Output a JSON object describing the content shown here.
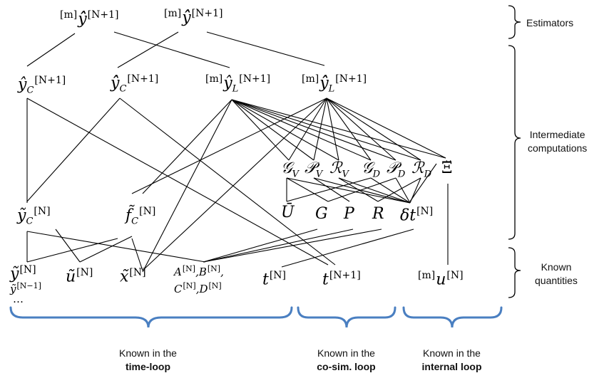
{
  "accent_blue": "#4a7fc1",
  "nodes": {
    "est_m_yhat1": {
      "pre": "[m]",
      "main": "ŷ̂",
      "sup": "[N+1]"
    },
    "est_m_yhat2": {
      "pre": "[m]",
      "main": "ŷ̂",
      "sup": "[N+1]"
    },
    "yc_hat": {
      "main": "ŷ",
      "sub": "C",
      "sup": "[N+1]"
    },
    "yc_hathat": {
      "main": "ŷ̂",
      "sub": "C",
      "sup": "[N+1]"
    },
    "m_yl_hat": {
      "pre": "[m]",
      "main": "ŷ",
      "sub": "L",
      "sup": "[N+1]"
    },
    "m_yl_hathat": {
      "pre": "[m]",
      "main": "ŷ̂",
      "sub": "L",
      "sup": "[N+1]"
    },
    "gv": {
      "main": "𝒢",
      "sub": "V"
    },
    "pv": {
      "main": "𝒫",
      "sub": "V"
    },
    "rv": {
      "main": "ℛ",
      "sub": "V"
    },
    "gd": {
      "main": "𝒢",
      "sub": "D"
    },
    "pd": {
      "main": "𝒫",
      "sub": "D"
    },
    "rd": {
      "main": "ℛ",
      "sub": "D"
    },
    "xi": {
      "main": "Ξ̆"
    },
    "yc_tilde": {
      "main": "ỹ",
      "sub": "C",
      "sup": "[N]"
    },
    "fc_tilde": {
      "main": "f̃",
      "sub": "C",
      "sup": "[N]"
    },
    "ubar": {
      "main": "Ū"
    },
    "g": {
      "main": "G"
    },
    "p": {
      "main": "P"
    },
    "r": {
      "main": "R"
    },
    "dt": {
      "main": "δt",
      "sup": "[N]"
    },
    "y_tilde": {
      "main": "ỹ",
      "sup": "[N]"
    },
    "y_tilde_prev": {
      "main": "ỹ",
      "sup": "[N−1]"
    },
    "ellipsis": {
      "main": "…"
    },
    "u_tilde": {
      "main": "ũ",
      "sup": "[N]"
    },
    "x_tilde": {
      "main": "x̃",
      "sup": "[N]"
    },
    "ab_line": {
      "main": "A",
      "sup1": "[N]",
      "mid": ",B",
      "sup2": "[N]",
      "end": ","
    },
    "cd_line": {
      "main": "C",
      "sup1": "[N]",
      "mid": ",D",
      "sup2": "[N]"
    },
    "t_n": {
      "main": "t",
      "sup": "[N]"
    },
    "t_n1": {
      "main": "t",
      "sup": "[N+1]"
    },
    "m_u": {
      "pre": "[m]",
      "main": "u",
      "sup": "[N]"
    }
  },
  "labels": {
    "estimators": "Estimators",
    "intermediate_1": "Intermediate",
    "intermediate_2": "computations",
    "known_1": "Known",
    "known_2": "quantities"
  },
  "bottom_labels": [
    {
      "line1": "Known in the",
      "line2": "time-loop"
    },
    {
      "line1": "Known in the",
      "line2": "co-sim. loop"
    },
    {
      "line1": "Known in the",
      "line2": "internal loop"
    }
  ]
}
